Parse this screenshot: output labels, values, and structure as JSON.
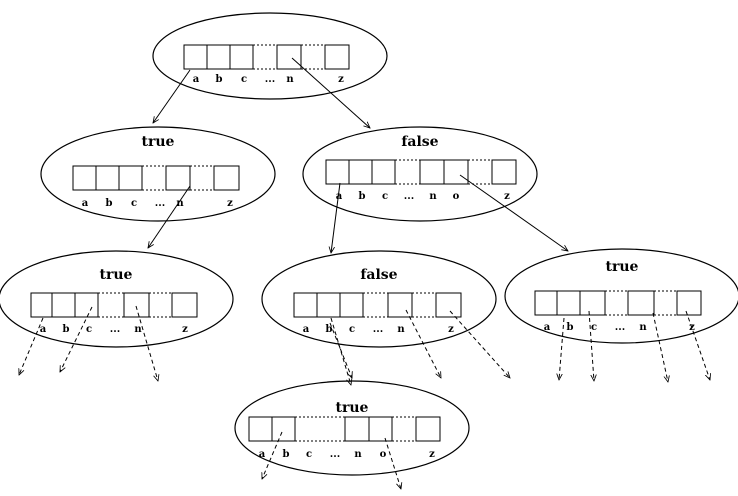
{
  "nodes": [
    {
      "id": "root",
      "flag": "",
      "letters": [
        "a",
        "b",
        "c",
        "...",
        "n",
        "z"
      ]
    },
    {
      "id": "n1",
      "flag": "true",
      "letters": [
        "a",
        "b",
        "c",
        "...",
        "n",
        "z"
      ]
    },
    {
      "id": "n2",
      "flag": "false",
      "letters": [
        "a",
        "b",
        "c",
        "...",
        "n",
        "o",
        "z"
      ]
    },
    {
      "id": "n3",
      "flag": "true",
      "letters": [
        "a",
        "b",
        "c",
        "...",
        "n",
        "z"
      ]
    },
    {
      "id": "n4",
      "flag": "false",
      "letters": [
        "a",
        "b",
        "c",
        "...",
        "n",
        "z"
      ]
    },
    {
      "id": "n5",
      "flag": "true",
      "letters": [
        "a",
        "b",
        "c",
        "...",
        "n",
        "z"
      ]
    },
    {
      "id": "n6",
      "flag": "true",
      "letters": [
        "a",
        "b",
        "c",
        "...",
        "n",
        "o",
        "z"
      ]
    }
  ],
  "edges": [
    {
      "from": "root",
      "to": "n1",
      "style": "solid"
    },
    {
      "from": "root",
      "to": "n2",
      "style": "solid"
    },
    {
      "from": "n1",
      "to": "n3",
      "style": "solid"
    },
    {
      "from": "n2",
      "to": "n4",
      "style": "solid"
    },
    {
      "from": "n2",
      "to": "n5",
      "style": "solid"
    },
    {
      "from": "n4",
      "to": "n6",
      "style": "dashed"
    }
  ]
}
